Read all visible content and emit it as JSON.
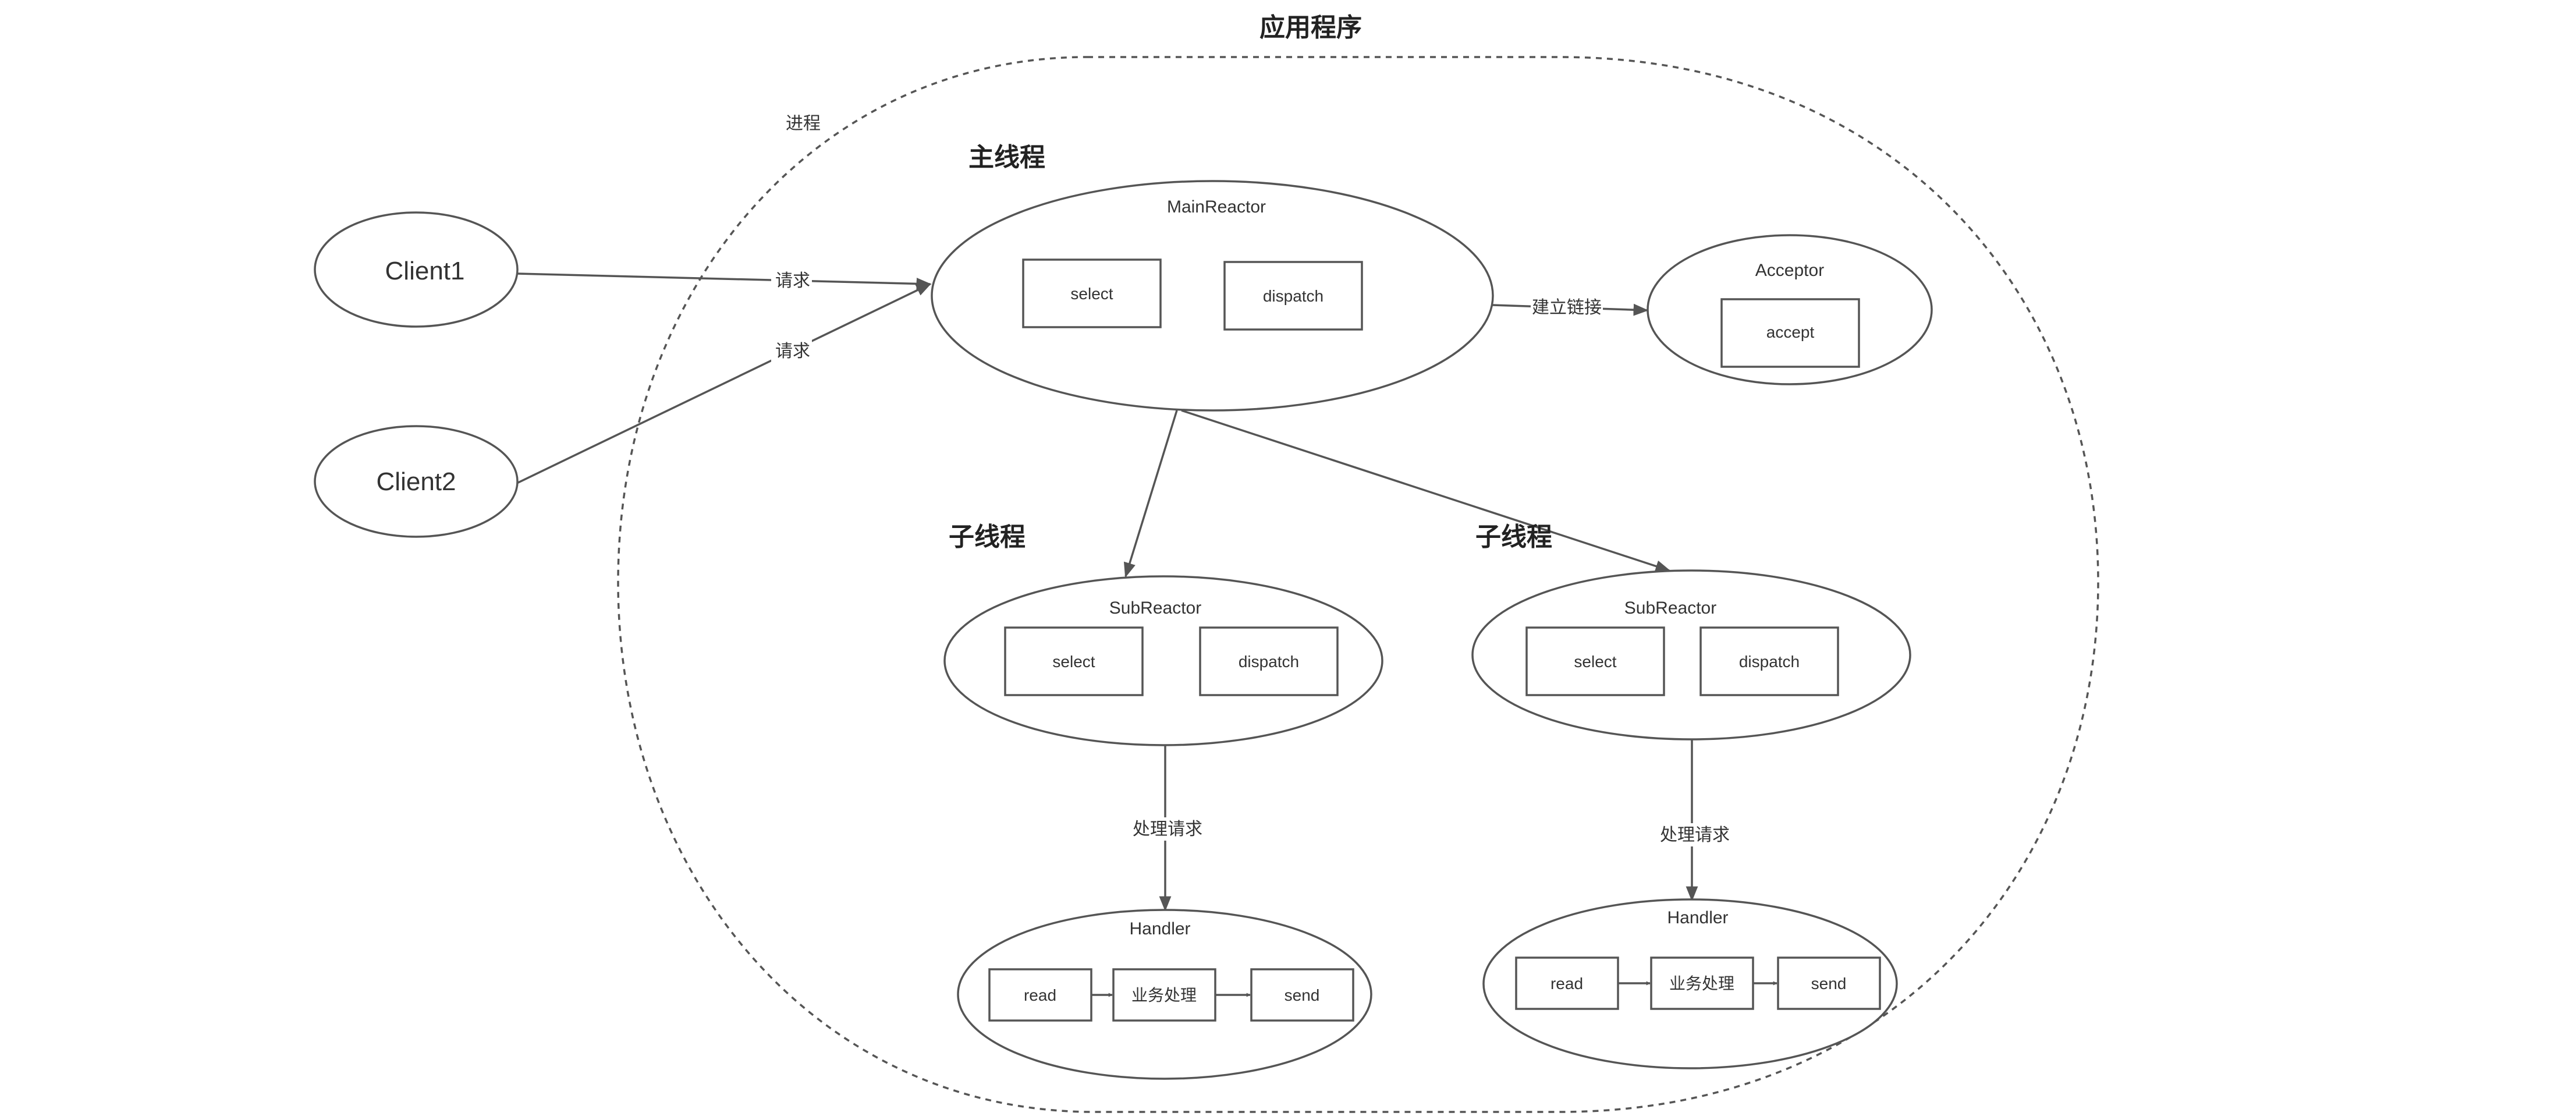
{
  "title": "应用程序",
  "process_label": "进程",
  "main_thread": {
    "title": "主线程",
    "reactor": {
      "name": "MainReactor",
      "boxes": [
        "select",
        "dispatch"
      ]
    }
  },
  "acceptor": {
    "name": "Acceptor",
    "box": "accept"
  },
  "clients": [
    "Client1",
    "Client2"
  ],
  "edges": {
    "request": "请求",
    "establish_link": "建立链接",
    "handle_request": "处理请求"
  },
  "sub_threads": [
    {
      "title": "子线程",
      "reactor": {
        "name": "SubReactor",
        "boxes": [
          "select",
          "dispatch"
        ]
      },
      "handler": {
        "name": "Handler",
        "boxes": [
          "read",
          "业务处理",
          "send"
        ]
      }
    },
    {
      "title": "子线程",
      "reactor": {
        "name": "SubReactor",
        "boxes": [
          "select",
          "dispatch"
        ]
      },
      "handler": {
        "name": "Handler",
        "boxes": [
          "read",
          "业务处理",
          "send"
        ]
      }
    }
  ]
}
